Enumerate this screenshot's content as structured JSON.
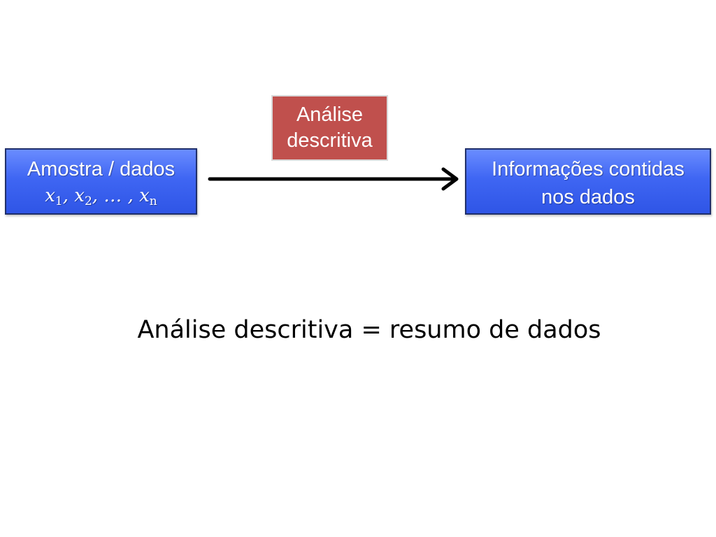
{
  "diagram": {
    "source": {
      "line1": "Amostra / dados",
      "math": {
        "x1": "x",
        "sub1": "1",
        "x2": "x",
        "sub2": "2",
        "ellipsis": ", … , ",
        "xn": "x",
        "subn": "n"
      }
    },
    "process": {
      "line1": "Análise",
      "line2": "descritiva"
    },
    "target": {
      "line1": "Informações contidas",
      "line2": "nos dados"
    },
    "caption": "Análise descritiva = resumo de dados"
  },
  "colors": {
    "blue_box": "#3f66f3",
    "blue_border": "#1f2f6b",
    "red_box": "#c0504d",
    "arrow": "#000000"
  }
}
